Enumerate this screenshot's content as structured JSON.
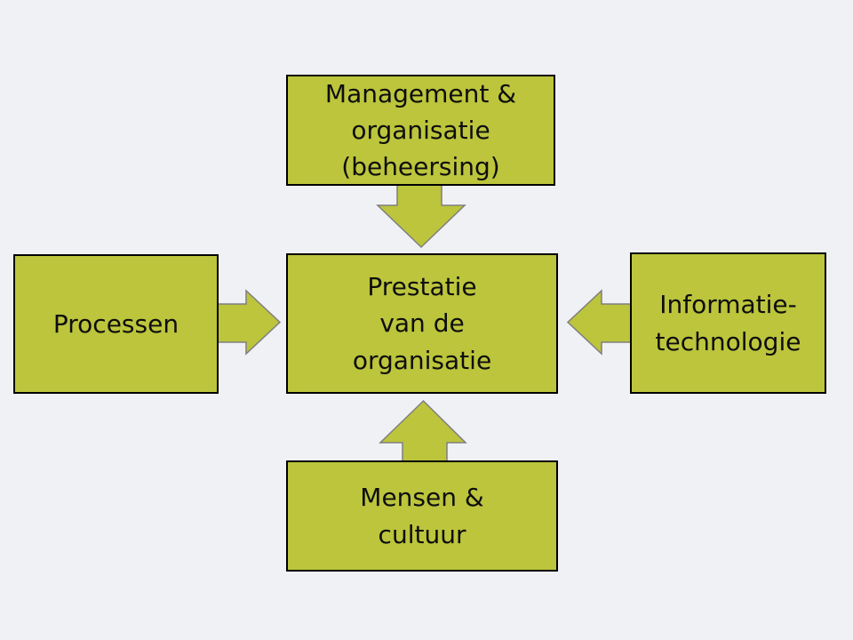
{
  "colors": {
    "background": "#f0f1f5",
    "node_fill": "#bcc53c",
    "node_border": "#000000",
    "arrow_outline": "#7f7f7f",
    "text": "#0e0e0e"
  },
  "diagram": {
    "nodes": {
      "top": {
        "label": "Management &\norganisatie\n(beheersing)"
      },
      "left": {
        "label": "Processen"
      },
      "center": {
        "label": "Prestatie\nvan de\norganisatie"
      },
      "right": {
        "label": "Informatie-\ntechnologie"
      },
      "bottom": {
        "label": "Mensen &\ncultuur"
      }
    },
    "arrows": [
      {
        "from": "top",
        "to": "center",
        "direction": "down"
      },
      {
        "from": "left",
        "to": "center",
        "direction": "right"
      },
      {
        "from": "right",
        "to": "center",
        "direction": "left"
      },
      {
        "from": "bottom",
        "to": "center",
        "direction": "up"
      }
    ]
  }
}
